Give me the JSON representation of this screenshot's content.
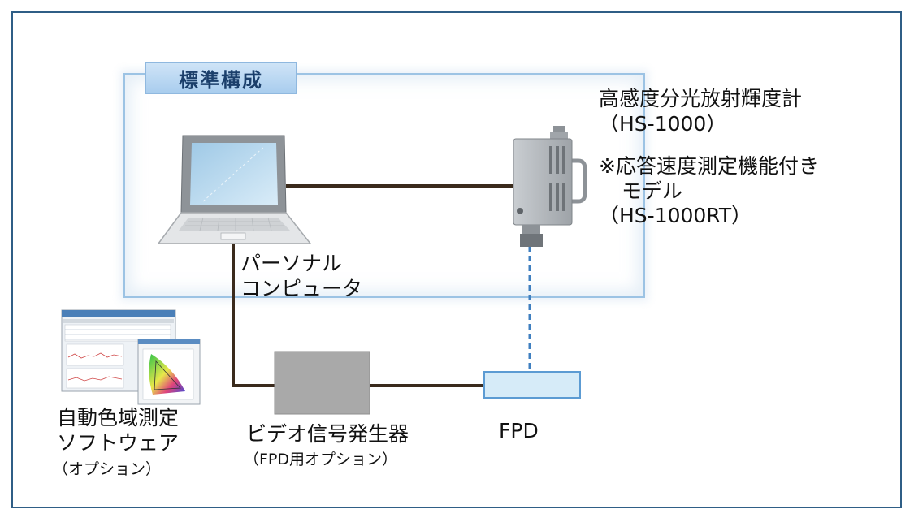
{
  "standard_label": "標準構成",
  "meter": {
    "name": "高感度分光放射輝度計",
    "model": "（HS-1000）",
    "note_line1": "※応答速度測定機能付き",
    "note_line2": "モデル",
    "note_model": "（HS-1000RT）"
  },
  "pc": {
    "line1": "パーソナル",
    "line2": "コンピュータ"
  },
  "video": {
    "label": "ビデオ信号発生器",
    "sub": "（FPD用オプション）"
  },
  "fpd": {
    "label": "FPD"
  },
  "software": {
    "line1": "自動色域測定",
    "line2": "ソフトウェア",
    "sub": "（オプション）"
  },
  "colors": {
    "frame": "#2f5e86",
    "standard_box": "#9cc3e4",
    "cable": "#3a2a1c",
    "fpd_fill": "#d6ebf8",
    "video_box": "#a9a9a9",
    "dashed_link": "#3f7fc0"
  }
}
